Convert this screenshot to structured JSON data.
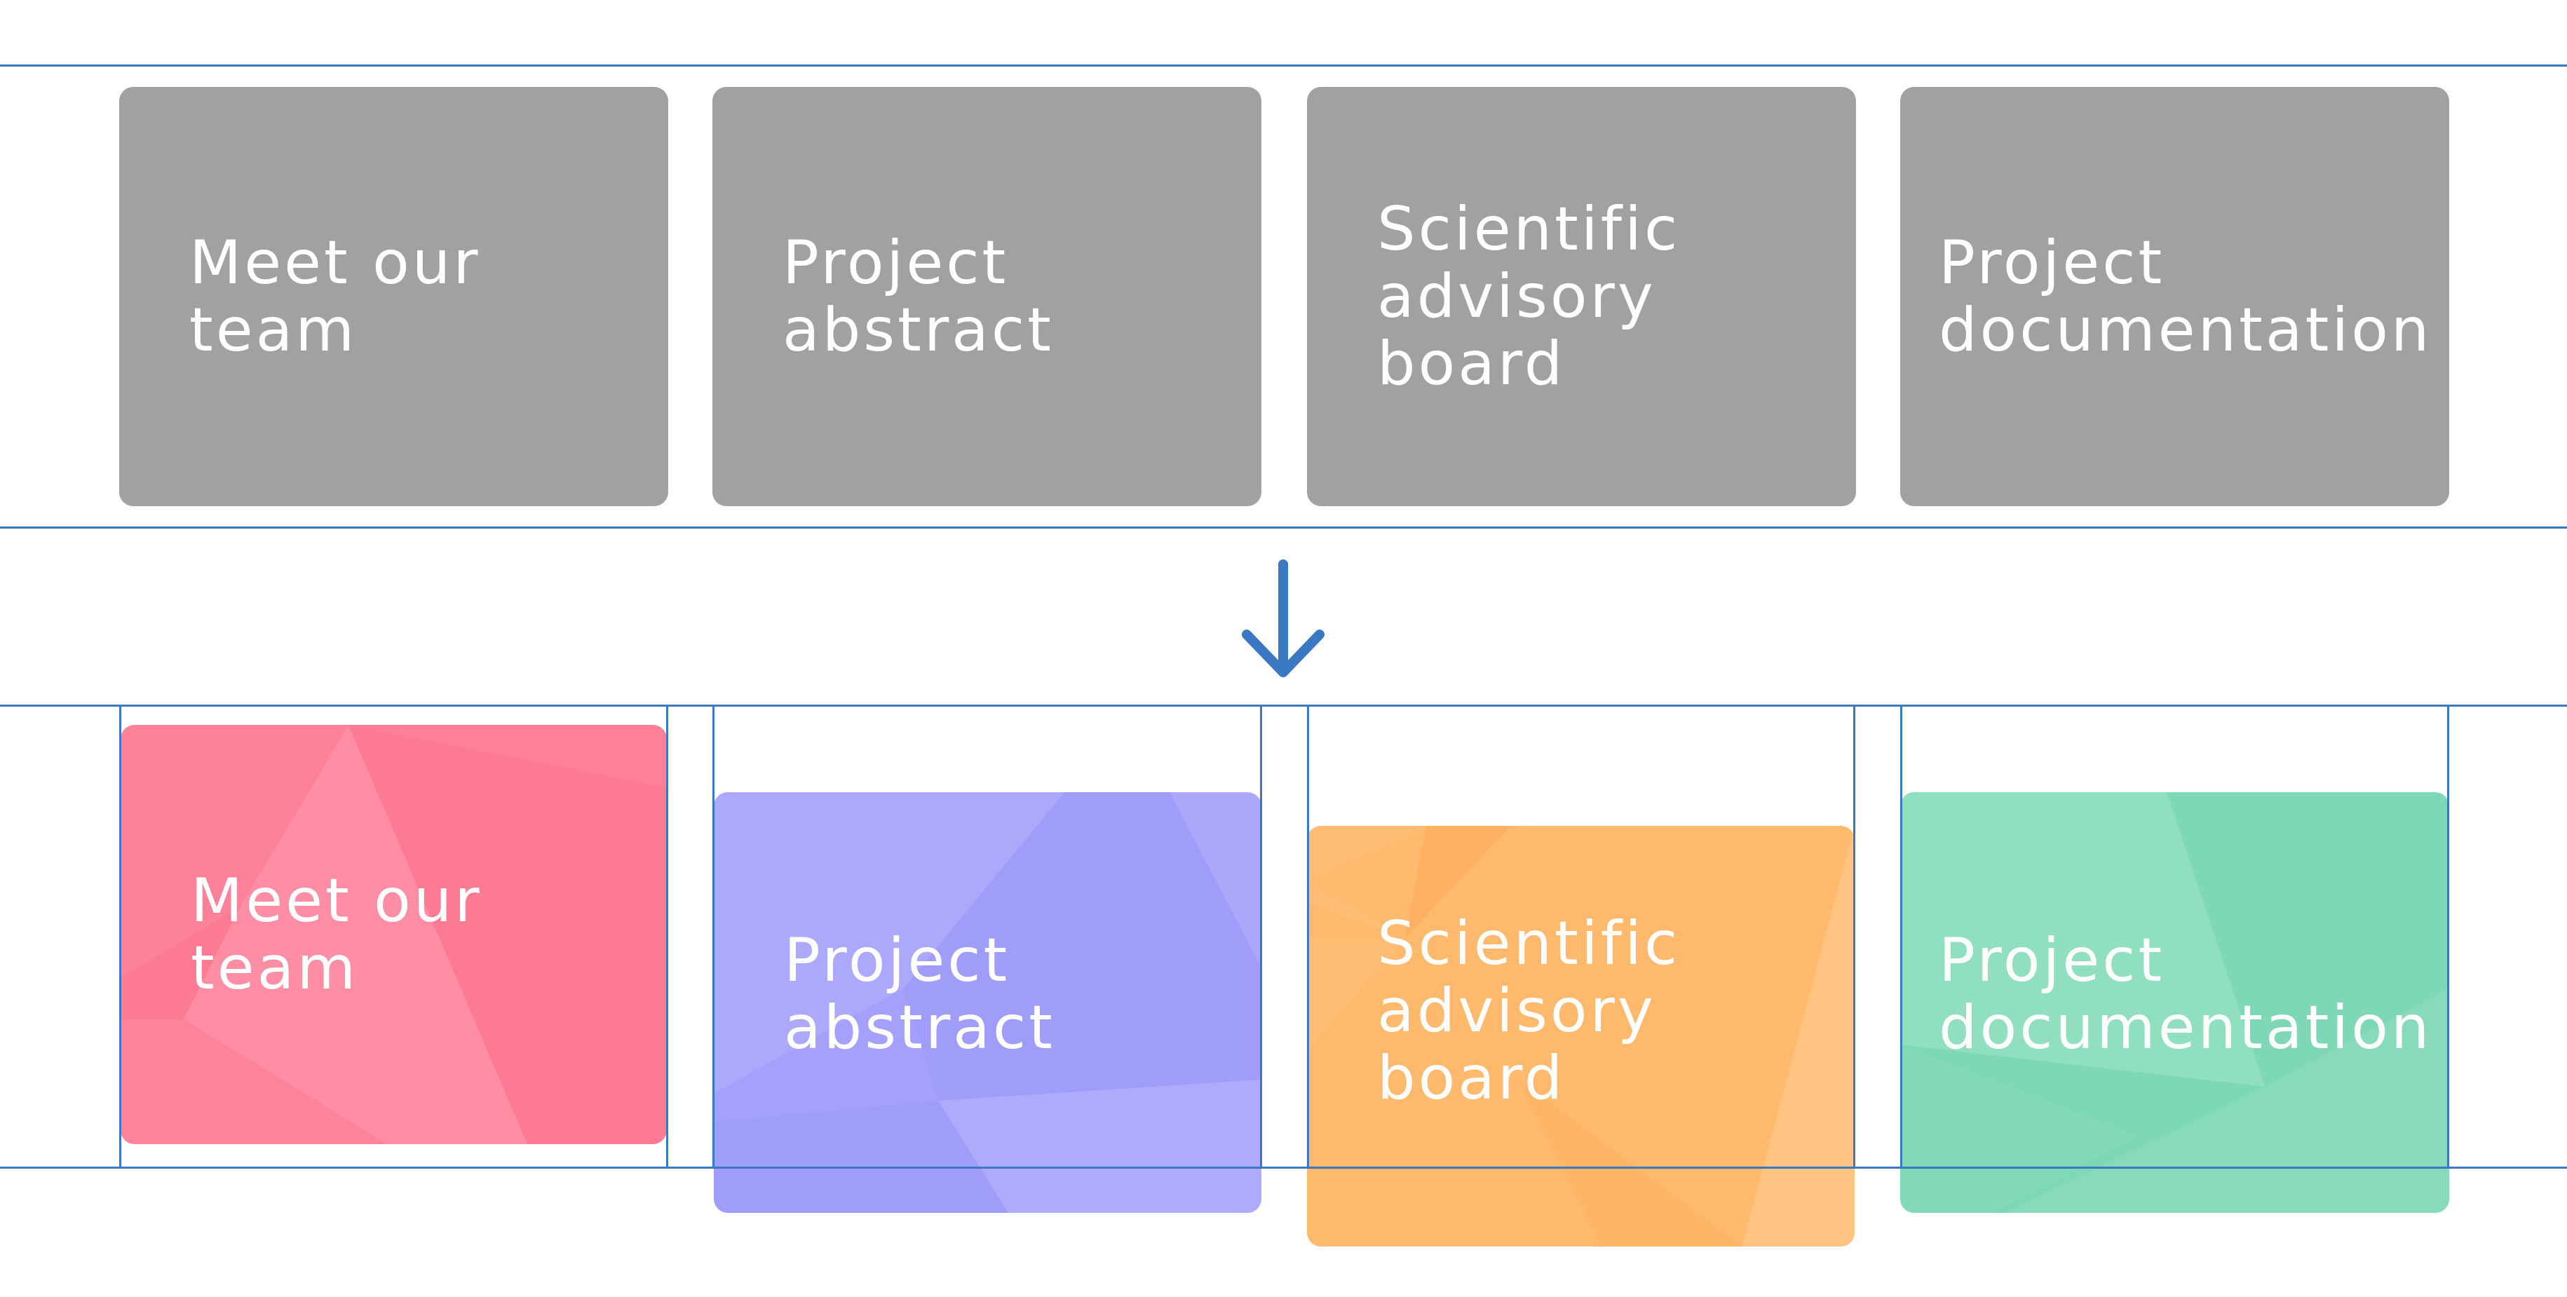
{
  "before": {
    "tiles": [
      {
        "lines": [
          "Meet our",
          "team"
        ]
      },
      {
        "lines": [
          "Project",
          "abstract"
        ]
      },
      {
        "lines": [
          "Scientific",
          "advisory",
          "board"
        ]
      },
      {
        "lines": [
          "Project",
          "documentation"
        ]
      }
    ],
    "color": "#a1a1a1"
  },
  "after": {
    "tiles": [
      {
        "lines": [
          "Meet our",
          "team"
        ],
        "color": "#fd7a93"
      },
      {
        "lines": [
          "Project",
          "abstract"
        ],
        "color": "#a09dfa"
      },
      {
        "lines": [
          "Scientific",
          "advisory",
          "board"
        ],
        "color": "#ffb96d"
      },
      {
        "lines": [
          "Project",
          "documentation"
        ],
        "color": "#7fd8b5"
      }
    ]
  },
  "arrow_icon": "arrow-down-icon",
  "guide_color": "#3a78c3"
}
